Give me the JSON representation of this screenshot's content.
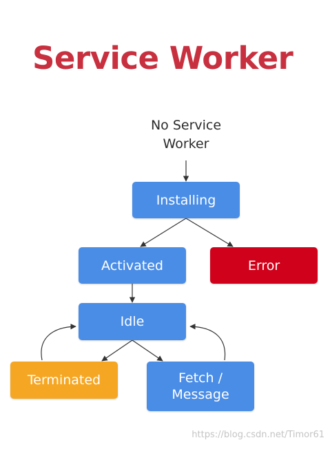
{
  "title": "Service Worker",
  "start": {
    "line1": "No Service",
    "line2": "Worker"
  },
  "nodes": {
    "installing": "Installing",
    "activated": "Activated",
    "error": "Error",
    "idle": "Idle",
    "terminated": "Terminated",
    "fetch_line1": "Fetch /",
    "fetch_line2": "Message"
  },
  "colors": {
    "title": "#c8303f",
    "blue": "#4a8de6",
    "red": "#d0021b",
    "orange": "#f5a623",
    "arrow": "#333333"
  },
  "watermark": "https://blog.csdn.net/Timor61"
}
